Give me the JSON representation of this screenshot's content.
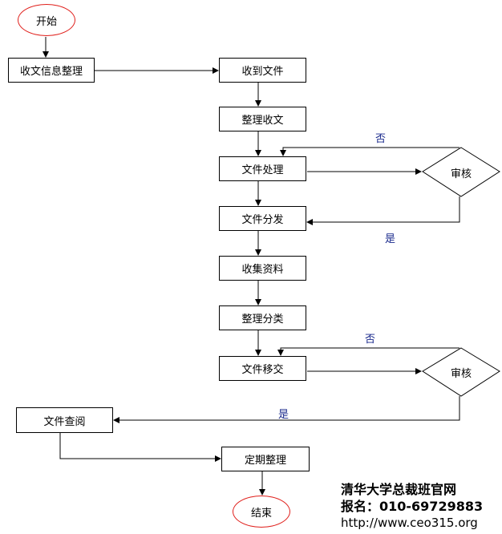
{
  "nodes": {
    "start": "开始",
    "collect_info": "收文信息整理",
    "receive": "收到文件",
    "organize_receipt": "整理收文",
    "process": "文件处理",
    "review1": "审核",
    "distribute": "文件分发",
    "gather": "收集资料",
    "classify": "整理分类",
    "transfer": "文件移交",
    "review2": "审核",
    "consult": "文件查阅",
    "periodic": "定期整理",
    "end": "结束"
  },
  "branches": {
    "no1": "否",
    "yes1": "是",
    "no2": "否",
    "yes2": "是"
  },
  "footer": {
    "line1": "清华大学总裁班官网",
    "line2": "报名：010-69729883",
    "line3": "http://www.ceo315.org"
  },
  "colors": {
    "start_end_border": "#e0201c",
    "branch_label": "#1a2a8c"
  }
}
